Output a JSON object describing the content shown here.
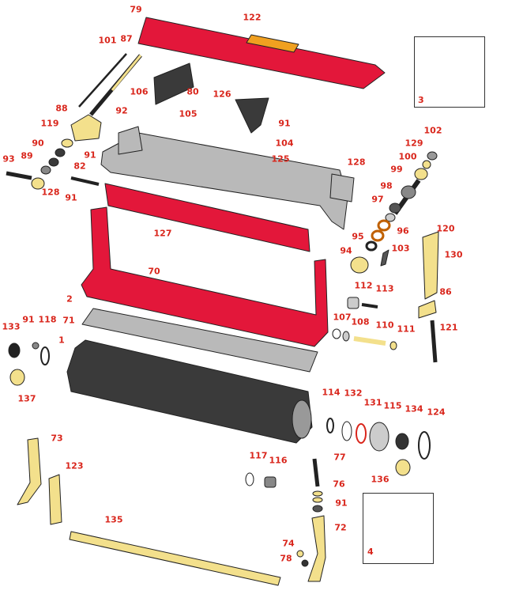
{
  "diagram": {
    "title": "Cutting unit assembly parts diagram",
    "colors": {
      "label": "#d9261c",
      "red_part": "#e3173a",
      "yellow_part": "#f3e08c",
      "gray_part": "#b9b9b9",
      "dark_part": "#3a3a3a"
    },
    "labels": [
      "79",
      "122",
      "101",
      "87",
      "106",
      "80",
      "126",
      "105",
      "91",
      "104",
      "88",
      "92",
      "119",
      "90",
      "91",
      "89",
      "93",
      "82",
      "128",
      "91",
      "125",
      "128",
      "102",
      "129",
      "100",
      "99",
      "98",
      "97",
      "96",
      "95",
      "94",
      "103",
      "120",
      "130",
      "86",
      "112",
      "113",
      "121",
      "107",
      "108",
      "110",
      "111",
      "127",
      "70",
      "2",
      "91",
      "118",
      "71",
      "133",
      "1",
      "137",
      "114",
      "132",
      "131",
      "115",
      "134",
      "124",
      "73",
      "123",
      "117",
      "116",
      "77",
      "136",
      "76",
      "91",
      "135",
      "72",
      "74",
      "78"
    ],
    "insets": [
      {
        "label": "3"
      },
      {
        "label": "4"
      }
    ]
  }
}
